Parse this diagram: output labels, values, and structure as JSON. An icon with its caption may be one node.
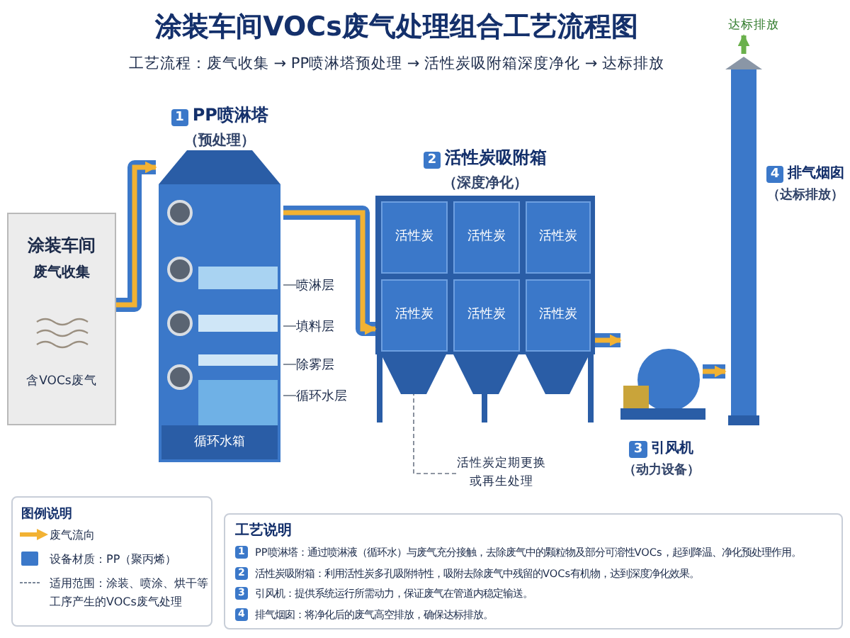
{
  "diagram": {
    "title": "涂装车间VOCs废气处理组合工艺流程图",
    "nodes": [
      {
        "text": [
          "涂装车间",
          "废气收集",
          "含VOCs废气"
        ]
      },
      {
        "text": [
          "1",
          "PP喷淋塔",
          "（预处理）"
        ]
      },
      {
        "text": [
          "循环水箱"
        ],
        "in": 1
      },
      {
        "text": [
          "喷淋层"
        ]
      },
      {
        "text": [
          "填料层"
        ]
      },
      {
        "text": [
          "除雾层"
        ]
      },
      {
        "text": [
          "循环水层"
        ]
      },
      {
        "text": [
          "2",
          "活性炭吸附箱",
          "（深度净化）"
        ]
      },
      {
        "text": [
          "活性炭"
        ],
        "in": 7
      },
      {
        "text": [
          "活性炭"
        ],
        "in": 7
      },
      {
        "text": [
          "活性炭"
        ],
        "in": 7
      },
      {
        "text": [
          "活性炭"
        ],
        "in": 7
      },
      {
        "text": [
          "活性炭"
        ],
        "in": 7
      },
      {
        "text": [
          "活性炭"
        ],
        "in": 7
      },
      {
        "text": [
          "活性炭定期更换或再生处理"
        ]
      },
      {
        "text": [
          "3",
          "引风机",
          "（动力设备）"
        ]
      },
      {
        "text": [
          "4",
          "排气烟囱",
          "（达标排放）"
        ]
      },
      {
        "text": [
          "达标排放"
        ]
      }
    ],
    "edges": [
      {
        "from": 0,
        "to": 1,
        "arrow": "to",
        "style": "thick",
        "color": "#f2b233"
      },
      {
        "from": 1,
        "to": 7,
        "arrow": "to",
        "style": "thick",
        "color": "#f2b233"
      },
      {
        "from": 7,
        "to": 15,
        "arrow": "to",
        "style": "thick",
        "color": "#f2b233"
      },
      {
        "from": 15,
        "to": 16,
        "arrow": "to",
        "style": "thick",
        "color": "#f2b233"
      },
      {
        "from": 16,
        "to": 17,
        "arrow": "to",
        "style": "thick",
        "color": "#6ab04c"
      },
      {
        "from": 3,
        "to": 1,
        "arrow": "none"
      },
      {
        "from": 4,
        "to": 1,
        "arrow": "none"
      },
      {
        "from": 5,
        "to": 1,
        "arrow": "none"
      },
      {
        "from": 6,
        "to": 1,
        "arrow": "none"
      },
      {
        "from": 14,
        "to": 7,
        "arrow": "none",
        "style": "dashed"
      }
    ],
    "labels": [
      "工艺流程：废气收集 → PP喷淋塔预处理 → 活性炭吸附箱深度净化 → 达标排放",
      "图例说明",
      "工艺说明",
      "1",
      "PP喷淋塔：通过喷淋液（循环水）与废气充分接触，去除废气中的颗粒物及部分可溶性VOCs，起到降温、净化预处理作用。",
      "2",
      "活性炭吸附箱：利用活性炭多孔吸附特性，吸附去除废气中残留的VOCs有机物，达到深度净化效果。",
      "3",
      "引风机：提供系统运行所需动力，保证废气在管道内稳定输送。",
      "4",
      "排气烟囱：将净化后的废气高空排放，确保达标排放。"
    ],
    "legend": [
      {
        "text": "废气流向"
      },
      {
        "text": "设备材质：PP（聚丙烯）",
        "color": "#3b78c9"
      },
      {
        "text": "适用范围：涂装、喷涂、烘干等工序产生的VOCs废气处理"
      }
    ]
  }
}
